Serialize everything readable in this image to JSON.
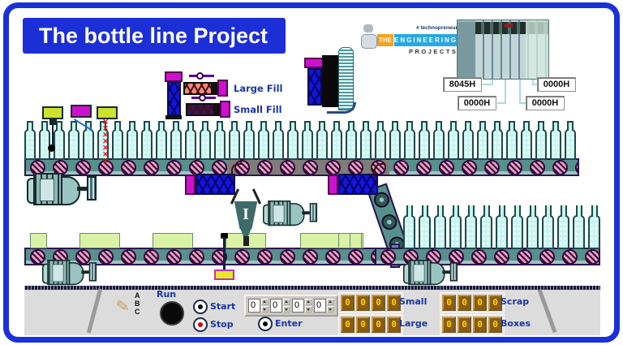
{
  "title": "The bottle line Project",
  "logo": {
    "hashtag": "# technopreneur",
    "the": "THE",
    "engineering": "ENGINEERING",
    "projects": "PROJECTS"
  },
  "plc": {
    "registers": [
      "8045H",
      "0000H",
      "0000H",
      "0000H"
    ]
  },
  "fill_station": {
    "large_label": "Large Fill",
    "small_label": "Small Fill"
  },
  "scene": {
    "gripper_label": "I",
    "top_bottle_count": 38,
    "right_bottle_count": 13,
    "top_roller_count": 28,
    "left_roller_count": 17,
    "right_roller_count": 11,
    "ramp_roller_count": 3,
    "fill_mark": "✕",
    "fill_mark_count": 7
  },
  "panel": {
    "abc": [
      "A",
      "B",
      "C"
    ],
    "pencil_icon": "✎",
    "run_label": "Run",
    "start_label": "Start",
    "stop_label": "Stop",
    "enter_label": "Enter",
    "spinners": [
      "0",
      "0",
      "0",
      "0"
    ],
    "counters": [
      {
        "label": "Small",
        "digits": [
          "0",
          "0",
          "0",
          "0"
        ]
      },
      {
        "label": "Large",
        "digits": [
          "0",
          "0",
          "0",
          "0"
        ]
      },
      {
        "label": "Scrap",
        "digits": [
          "0",
          "0",
          "0",
          "0"
        ]
      },
      {
        "label": "Boxes",
        "digits": [
          "0",
          "0",
          "0",
          "0"
        ]
      }
    ]
  },
  "colors": {
    "frame_blue": "#1a30d8",
    "title_bg": "#1c2fd6",
    "belt": "#57918c",
    "belt_border": "#2a1550",
    "belt_gray": "#7e7d7b",
    "roller_pink": "#ef9ec4",
    "bottle_fill": "#c8f4f0",
    "bottle_line": "#1d4b4b",
    "box_green": "#d9f2a6",
    "magenta": "#cf10cf",
    "cyl_blue": "#1414e0",
    "salmon": "#f5887a",
    "sensor_yellow": "#cde22e",
    "label_blue": "#1a35a0",
    "counter_bg": "#8a5c14",
    "counter_digit": "#ffd400",
    "panel_gray": "#dcdcdc"
  }
}
